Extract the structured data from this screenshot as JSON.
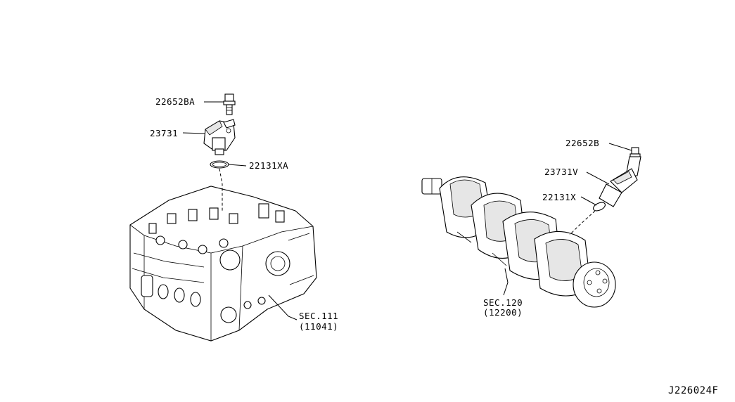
{
  "labels": {
    "bolt_left": "22652BA",
    "sensor_left": "23731",
    "oring_left": "22131XA",
    "sec_left": "SEC.111",
    "sec_left_code": "(11041)",
    "bolt_right": "22652B",
    "sensor_right": "23731V",
    "oring_right": "22131X",
    "sec_right": "SEC.120",
    "sec_right_code": "(12200)",
    "diagram_id": "J226024F"
  }
}
